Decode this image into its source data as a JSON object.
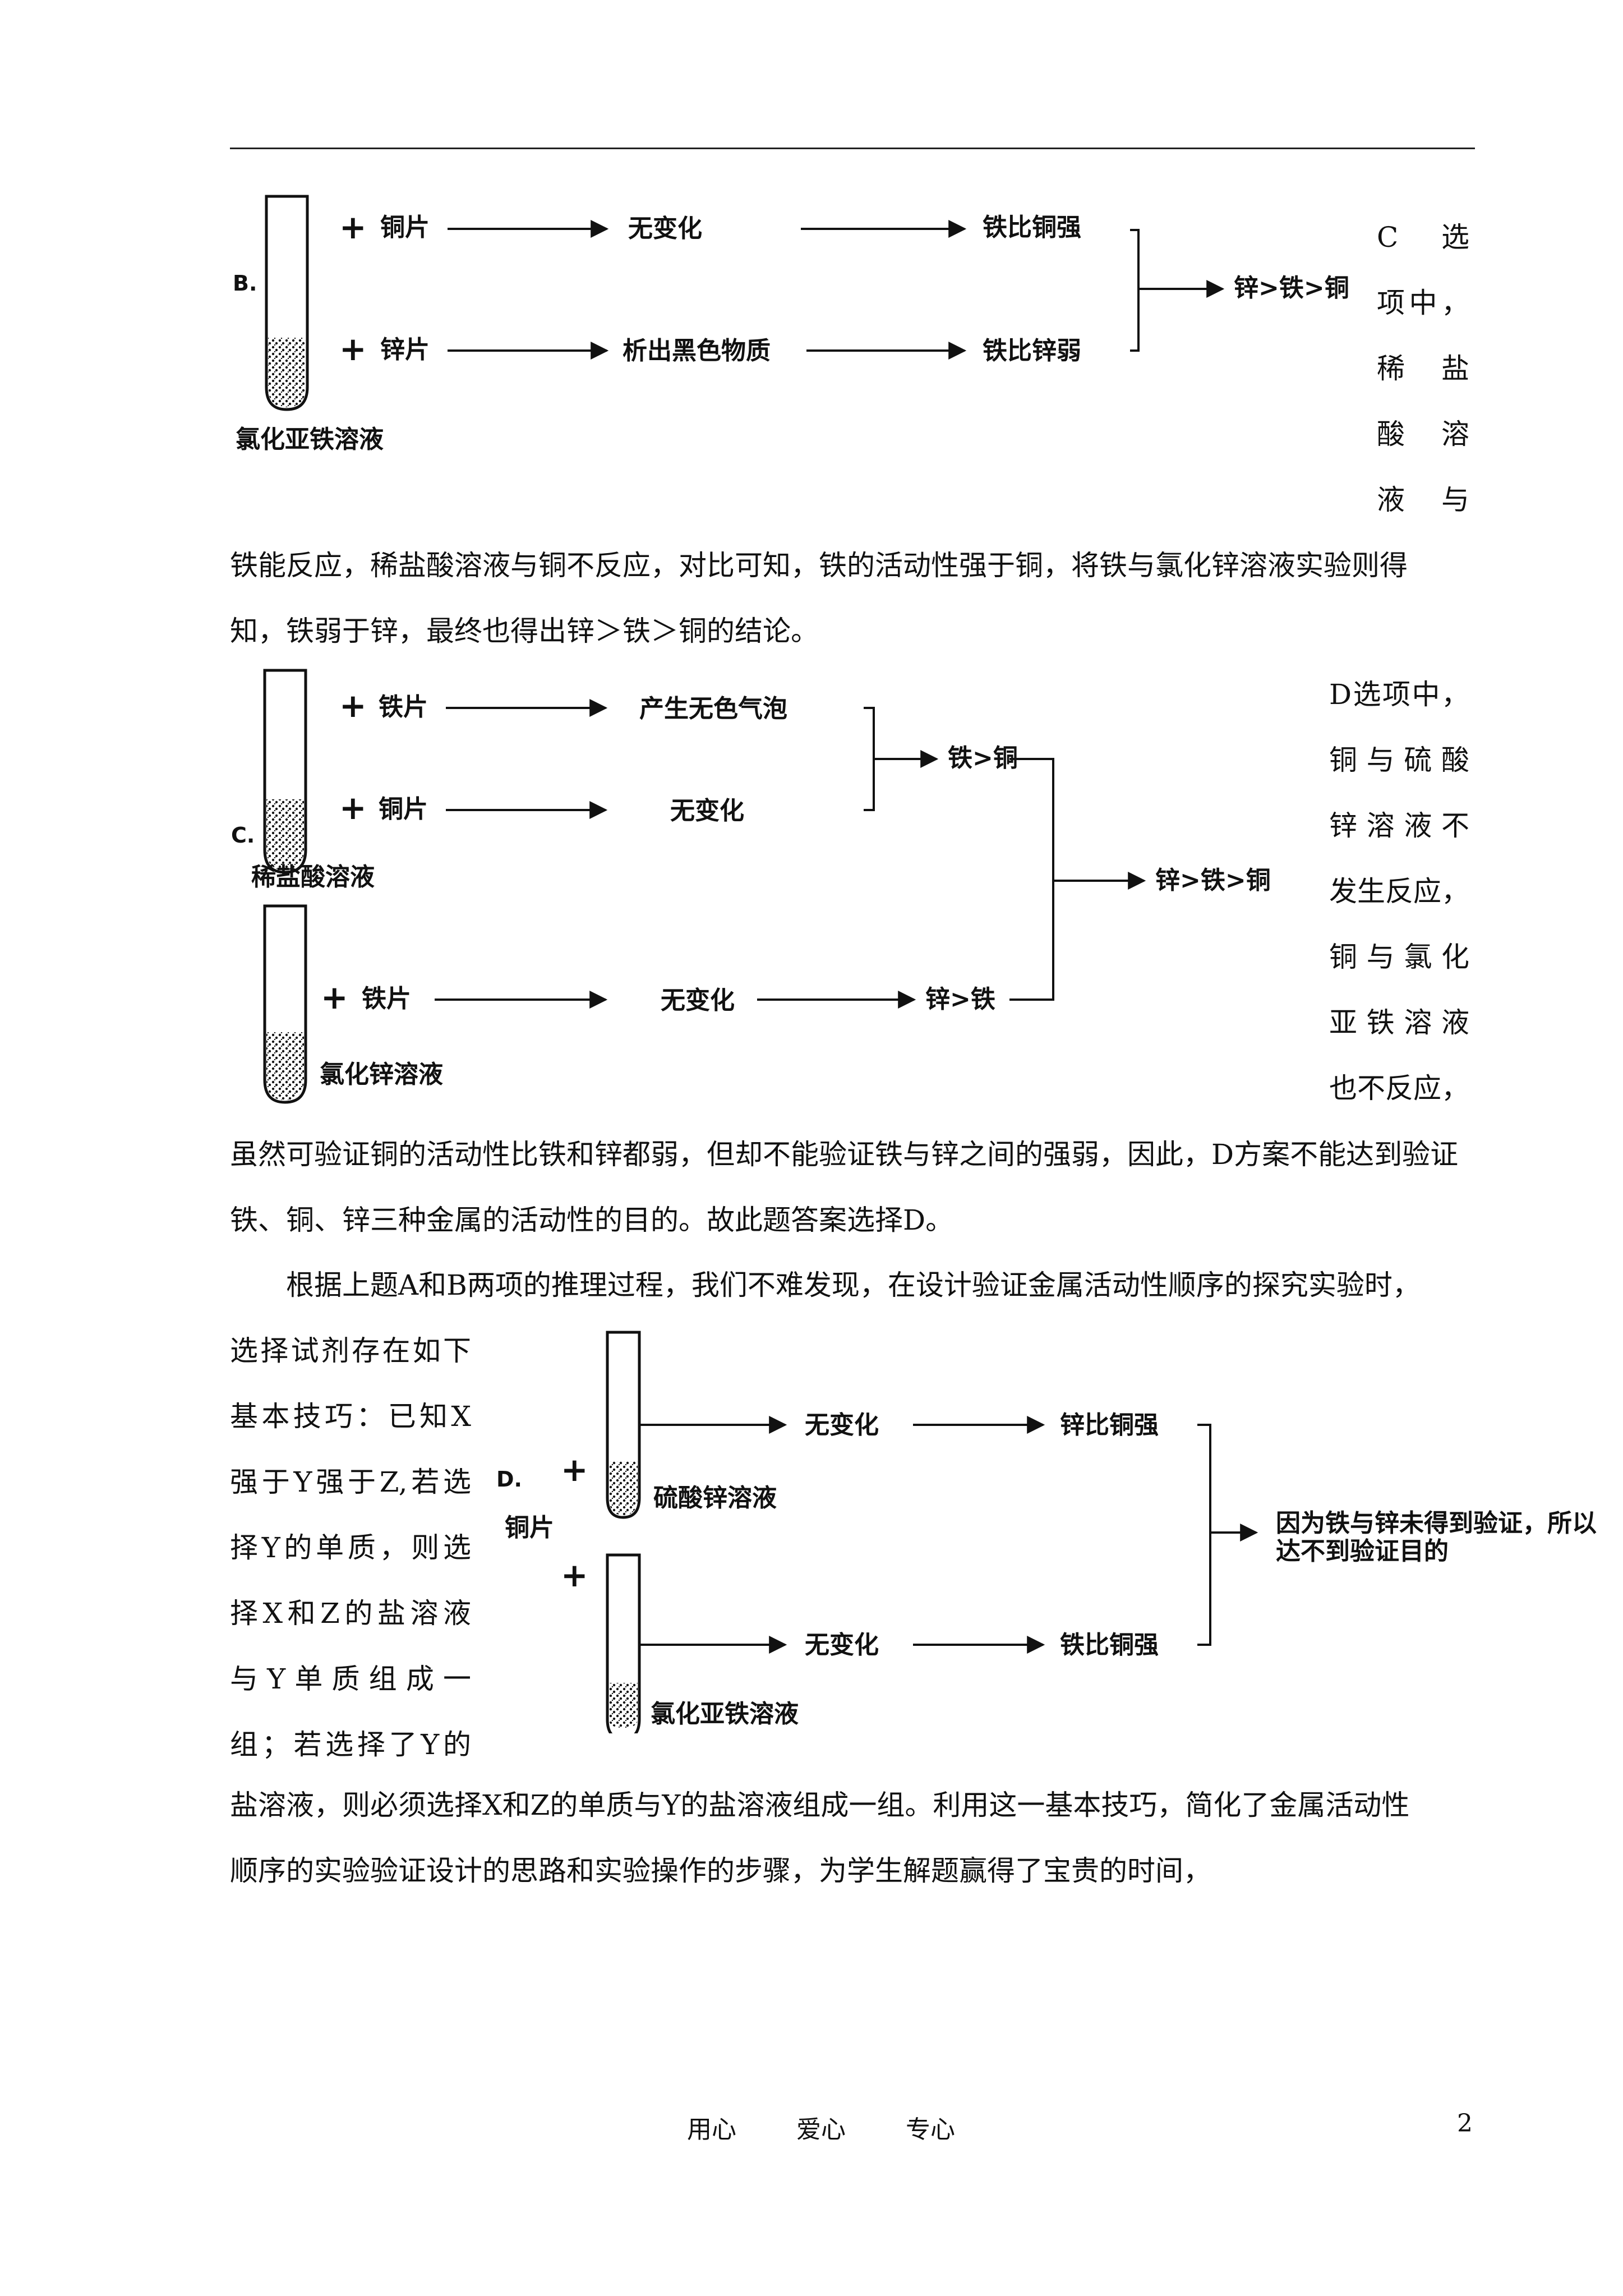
{
  "diagram_b": {
    "letter": "B.",
    "solution": "氯化亚铁溶液",
    "row1": {
      "reagent": "铜片",
      "result": "无变化",
      "conclusion": "铁比铜强"
    },
    "row2": {
      "reagent": "锌片",
      "result": "析出黑色物质",
      "conclusion": "铁比锌弱"
    },
    "final": "锌>铁>铜"
  },
  "side_c": [
    "C　选",
    "项中，",
    "稀　盐",
    "酸　溶",
    "液　与"
  ],
  "para_c": [
    "铁能反应，稀盐酸溶液与铜不反应，对比可知，铁的活动性强于铜，将铁与氯化锌溶液实验则得",
    "知，铁弱于锌，最终也得出锌＞铁＞铜的结论。"
  ],
  "diagram_c": {
    "letter": "C.",
    "solution_top": "稀盐酸溶液",
    "solution_bottom": "氯化锌溶液",
    "row1": {
      "reagent": "铁片",
      "result": "产生无色气泡"
    },
    "row2": {
      "reagent": "铜片",
      "result": "无变化"
    },
    "mid_conclusion": "铁>铜",
    "row3": {
      "reagent": "铁片",
      "result": "无变化",
      "conclusion": "锌>铁"
    },
    "final": "锌>铁>铜"
  },
  "side_d": [
    "D选项中，",
    "铜与硫酸",
    "锌溶液不",
    "发生反应，",
    "铜与氯化",
    "亚铁溶液",
    "也不反应，"
  ],
  "para_d": [
    "虽然可验证铜的活动性比铁和锌都弱，但却不能验证铁与锌之间的强弱，因此，D方案不能达到验证",
    "铁、铜、锌三种金属的活动性的目的。故此题答案选择D。"
  ],
  "para_summary_first": "　　根据上题A和B两项的推理过程，我们不难发现，在设计验证金属活动性顺序的探究实验时，",
  "side_summary": [
    "选择试剂存在如下",
    "基本技巧：已知X",
    "强于Y强于Z,若选",
    "择Y的单质，则选",
    "择X和Z的盐溶液",
    "与Y单质组成一",
    "组；若选择了Y的"
  ],
  "diagram_d": {
    "letter": "D.",
    "reagent": "铜片",
    "solution_top": "硫酸锌溶液",
    "solution_bottom": "氯化亚铁溶液",
    "row1": {
      "result": "无变化",
      "conclusion": "锌比铜强"
    },
    "row2": {
      "result": "无变化",
      "conclusion": "铁比铜强"
    },
    "final_line1": "因为铁与锌未得到验证，所以",
    "final_line2": "达不到验证目的"
  },
  "para_end": [
    "盐溶液，则必须选择X和Z的单质与Y的盐溶液组成一组。利用这一基本技巧，简化了金属活动性",
    "顺序的实验验证设计的思路和实验操作的步骤，为学生解题赢得了宝贵的时间，"
  ],
  "footer": {
    "words": [
      "用心",
      "爱心",
      "专心"
    ],
    "page_number": "2"
  }
}
